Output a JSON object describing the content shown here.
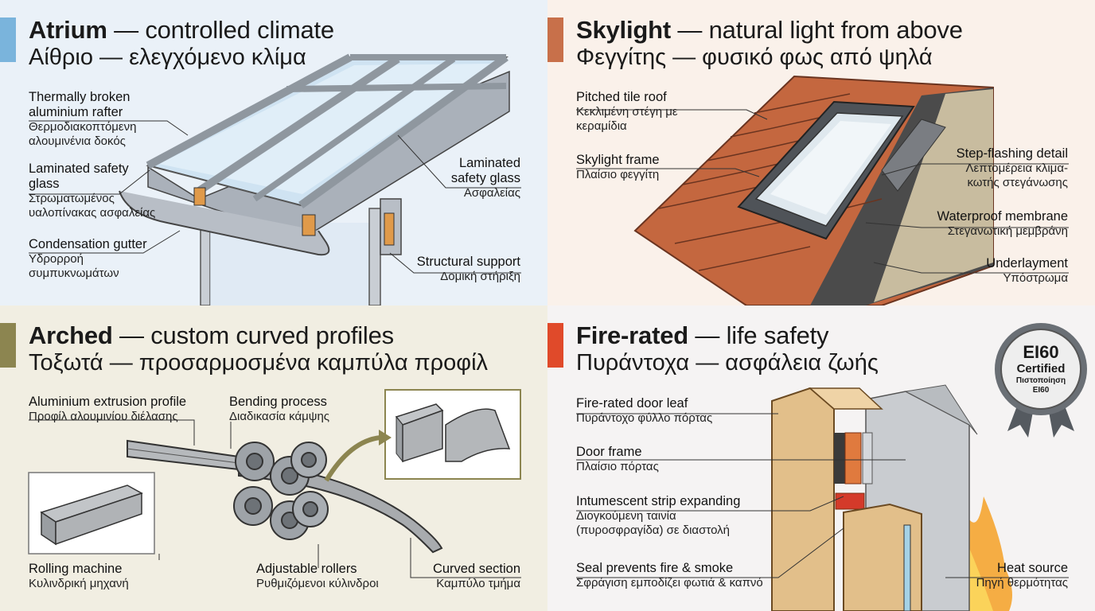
{
  "panels": [
    {
      "title_bold": "Atrium",
      "title_rest": " — controlled climate",
      "subtitle": "Αίθριο — ελεγχόμενο κλίμα",
      "accent_color": "#7ab4dc",
      "labels": [
        {
          "en": "Thermally broken aluminium rafter",
          "gr": "Θερμοδιακοπτόμενη αλουμινένια δοκός"
        },
        {
          "en": "Laminated safety glass",
          "gr": "Στρωματωμένος υαλοπίνακας ασφαλείας"
        },
        {
          "en": "Condensation gutter",
          "gr": "Υδρορροή συμπυκνωμάτων"
        },
        {
          "en": "Laminated safety glass",
          "gr": "Ασφαλείας"
        },
        {
          "en": "Structural support",
          "gr": "Δομική στήριξη"
        }
      ]
    },
    {
      "title_bold": "Skylight",
      "title_rest": " — natural light from above",
      "subtitle": "Φεγγίτης — φυσικό φως από ψηλά",
      "accent_color": "#c8704a",
      "labels": [
        {
          "en": "Pitched tile roof",
          "gr": "Κεκλιμένη στέγη με κεραμίδια"
        },
        {
          "en": "Skylight frame",
          "gr": "Πλαίσιο φεγγίτη"
        },
        {
          "en": "Step-flashing detail",
          "gr": "Λεπτομέρεια κλιμα- κωτής στεγάνωσης"
        },
        {
          "en": "Waterproof membrane",
          "gr": "Στεγανωτική μεμβράνη"
        },
        {
          "en": "Underlayment",
          "gr": "Υπόστρωμα"
        }
      ]
    },
    {
      "title_bold": "Arched",
      "title_rest": " — custom curved profiles",
      "subtitle": "Τοξωτά — προσαρμοσμένα καμπύλα προφίλ",
      "accent_color": "#8c8550",
      "labels": [
        {
          "en": "Aluminium extrusion profile",
          "gr": "Προφίλ αλουμινίου διέλασης"
        },
        {
          "en": "Bending process",
          "gr": "Διαδικασία κάμψης"
        },
        {
          "en": "Rolling machine",
          "gr": "Κυλινδρική μηχανή"
        },
        {
          "en": "Adjustable rollers",
          "gr": "Ρυθμιζόμενοι κύλινδροι"
        },
        {
          "en": "Curved section",
          "gr": "Καμπύλο τμήμα"
        }
      ]
    },
    {
      "title_bold": "Fire-rated",
      "title_rest": " — life safety",
      "subtitle": "Πυράντοχα — ασφάλεια ζωής",
      "accent_color": "#e04a2a",
      "labels": [
        {
          "en": "Fire-rated door leaf",
          "gr": "Πυράντοχο φύλλο πόρτας"
        },
        {
          "en": "Door frame",
          "gr": "Πλαίσιο πόρτας"
        },
        {
          "en": "Intumescent strip expanding",
          "gr": "Διογκούμενη ταινία (πυροσφραγίδα) σε διαστολή"
        },
        {
          "en": "Seal prevents fire & smoke",
          "gr": "Σφράγιση εμποδίζει φωτιά & καπνό"
        },
        {
          "en": "Heat source",
          "gr": "Πηγή θερμότητας"
        }
      ],
      "badge": {
        "line1": "EI60",
        "line2": "Certified",
        "line3": "Πιστοποίηση",
        "line4": "EI60"
      }
    }
  ]
}
